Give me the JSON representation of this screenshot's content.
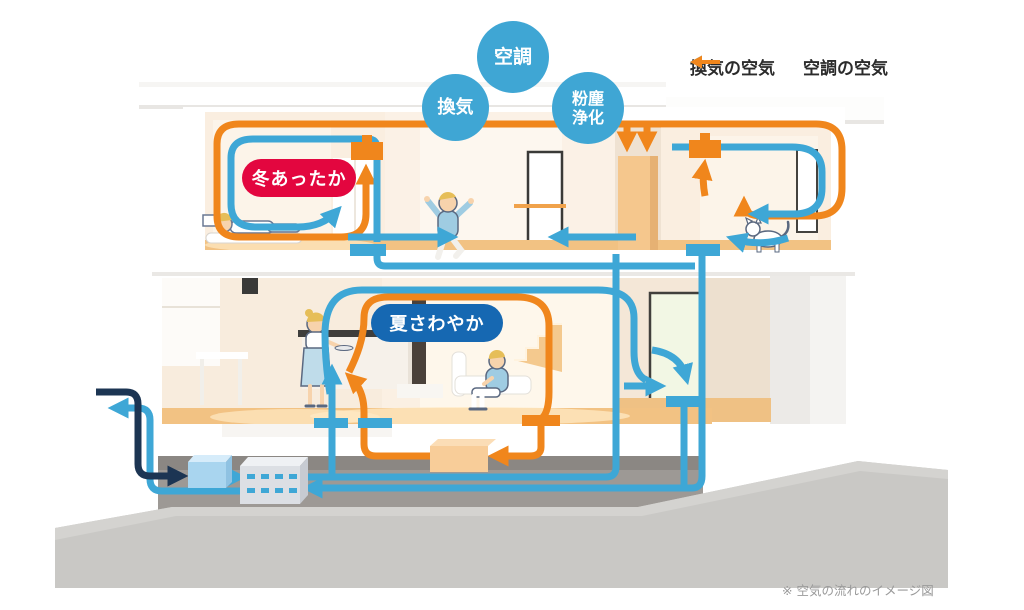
{
  "title_circles": {
    "aircon": "空調",
    "ventilation": "換気",
    "dust": "粉塵\n浄化"
  },
  "badges": {
    "winter": "冬あったか",
    "summer": "夏さわやか"
  },
  "legend": {
    "ventilation_label": "換気の空気",
    "aircon_label": "空調の空気"
  },
  "footnote": "※ 空気の流れのイメージ図",
  "colors": {
    "ventilation_blue": "#3EA7D6",
    "aircon_orange": "#F0861C",
    "intake_navy": "#1C3553",
    "winter_red": "#E3063F",
    "summer_blue": "#1668B2",
    "circle_blue": "#3FA6D4"
  }
}
